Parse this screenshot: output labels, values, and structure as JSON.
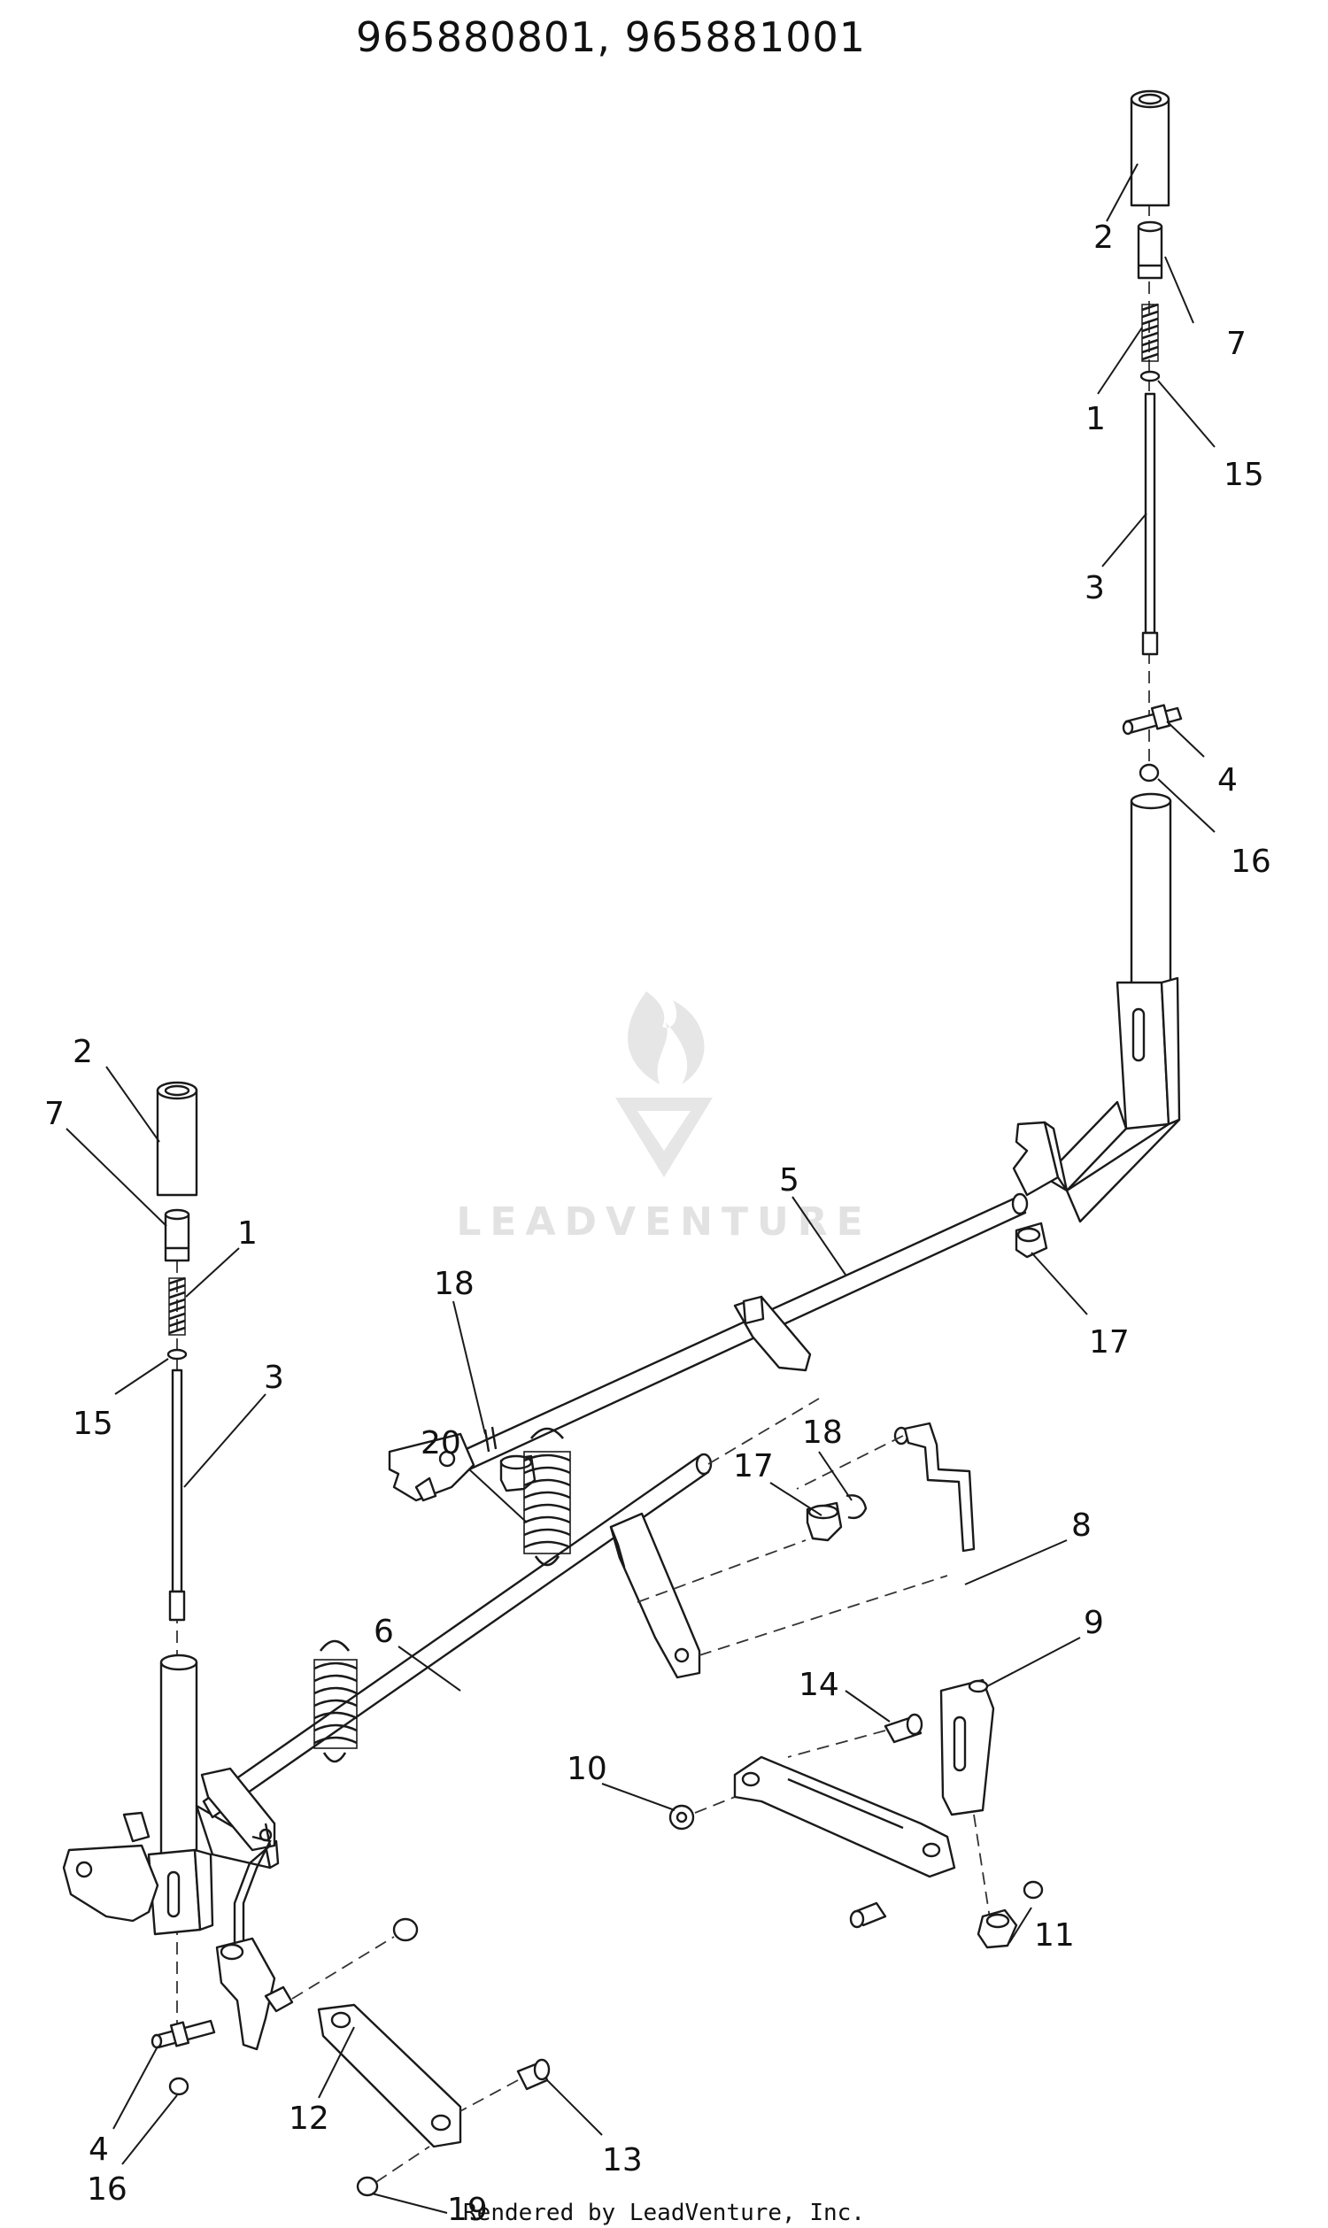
{
  "title": "965880801, 965881001",
  "footer": "Rendered by LeadVenture, Inc.",
  "watermark": "LEADVENTURE",
  "callouts": [
    {
      "id": "c-2-right",
      "label": "2"
    },
    {
      "id": "c-7-right",
      "label": "7"
    },
    {
      "id": "c-1-right",
      "label": "1"
    },
    {
      "id": "c-15-right",
      "label": "15"
    },
    {
      "id": "c-3-right",
      "label": "3"
    },
    {
      "id": "c-4-right",
      "label": "4"
    },
    {
      "id": "c-16-right",
      "label": "16"
    },
    {
      "id": "c-5",
      "label": "5"
    },
    {
      "id": "c-17-upper",
      "label": "17"
    },
    {
      "id": "c-18-upper",
      "label": "18"
    },
    {
      "id": "c-2-left",
      "label": "2"
    },
    {
      "id": "c-7-left",
      "label": "7"
    },
    {
      "id": "c-1-left",
      "label": "1"
    },
    {
      "id": "c-3-left",
      "label": "3"
    },
    {
      "id": "c-15-left",
      "label": "15"
    },
    {
      "id": "c-18-lower",
      "label": "18"
    },
    {
      "id": "c-17-lower",
      "label": "17"
    },
    {
      "id": "c-8",
      "label": "8"
    },
    {
      "id": "c-20",
      "label": "20"
    },
    {
      "id": "c-6",
      "label": "6"
    },
    {
      "id": "c-9",
      "label": "9"
    },
    {
      "id": "c-14",
      "label": "14"
    },
    {
      "id": "c-10",
      "label": "10"
    },
    {
      "id": "c-11",
      "label": "11"
    },
    {
      "id": "c-4-left",
      "label": "4"
    },
    {
      "id": "c-12",
      "label": "12"
    },
    {
      "id": "c-13",
      "label": "13"
    },
    {
      "id": "c-16-left",
      "label": "16"
    },
    {
      "id": "c-19",
      "label": "19"
    }
  ]
}
